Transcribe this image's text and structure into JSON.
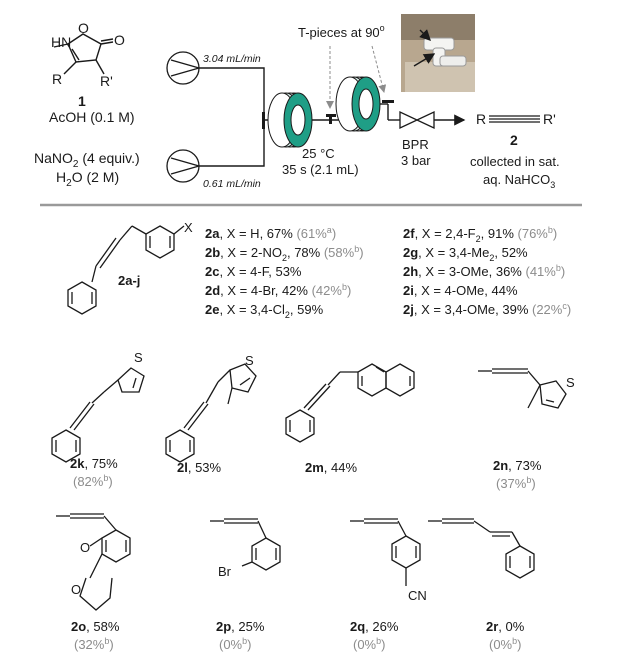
{
  "colors": {
    "ink": "#1a1a1a",
    "grey_yield": "#8c8c8c",
    "coil_green": "#1f9e86",
    "coil_light": "#d8eee9",
    "divider": "#9a9a9a"
  },
  "flow": {
    "reagent1": {
      "label": "1",
      "medium": "AcOH (0.1 M)",
      "hn": "HN",
      "o_ring": "O",
      "o_carbonyl": "O",
      "r": "R",
      "r_prime": "R'"
    },
    "reagent2": {
      "line1": "NaNO",
      "line1_sub": "2",
      "line1_tail": " (4 equiv.)",
      "line2": "H",
      "line2_sub": "2",
      "line2_tail": "O (2 M)"
    },
    "rate1": "3.04 mL/min",
    "rate2": "0.61 mL/min",
    "tpieces": "T-pieces at 90",
    "tpieces_deg": "o",
    "temp": "25 °C",
    "time": "35 s (2.1 mL)",
    "bpr": "BPR",
    "bpr_pressure": "3 bar",
    "product": {
      "label": "2",
      "r": "R",
      "r_prime": "R'"
    },
    "collect1": "collected in sat.",
    "collect2": "aq. NaHCO",
    "collect2_sub": "3",
    "photo_icon": "tpiece-photo"
  },
  "series": {
    "label": "2a-j",
    "x": "X",
    "left": [
      {
        "id": "2a",
        "sub": ", X = H, ",
        "yield": "67%",
        "alt": "(61%",
        "sup": "a",
        "close": ")"
      },
      {
        "id": "2b",
        "sub": ", X = 2-NO",
        "sub2": "2",
        "tail": ", ",
        "yield": "78%",
        "alt": "(58%",
        "sup": "b",
        "close": ")"
      },
      {
        "id": "2c",
        "sub": ", X = 4-F, ",
        "yield": "53%",
        "alt": "",
        "sup": "",
        "close": ""
      },
      {
        "id": "2d",
        "sub": ", X = 4-Br, ",
        "yield": "42%",
        "alt": "(42%",
        "sup": "b",
        "close": ")"
      },
      {
        "id": "2e",
        "sub": ", X = 3,4-Cl",
        "sub2": "2",
        "tail": ", ",
        "yield": "59%",
        "alt": "",
        "sup": "",
        "close": ""
      }
    ],
    "right": [
      {
        "id": "2f",
        "sub": ", X = 2,4-F",
        "sub2": "2",
        "tail": ", ",
        "yield": "91%",
        "alt": "(76%",
        "sup": "b",
        "close": ")"
      },
      {
        "id": "2g",
        "sub": ", X = 3,4-Me",
        "sub2": "2",
        "tail": ", ",
        "yield": "52%",
        "alt": "",
        "sup": "",
        "close": ""
      },
      {
        "id": "2h",
        "sub": ", X = 3-OMe, ",
        "yield": "36%",
        "alt": "(41%",
        "sup": "b",
        "close": ")"
      },
      {
        "id": "2i",
        "sub": ", X = 4-OMe, ",
        "yield": "44%",
        "alt": "",
        "sup": "",
        "close": ""
      },
      {
        "id": "2j",
        "sub": ", X = 3,4-OMe, ",
        "yield": "39%",
        "alt": "(22%",
        "sup": "c",
        "close": ")"
      }
    ]
  },
  "compounds": [
    {
      "id": "2k",
      "yield": ", 75%",
      "alt": "(82%",
      "sup": "b",
      "close": ")",
      "atom": "S"
    },
    {
      "id": "2l",
      "yield": ", 53%",
      "alt": "",
      "sup": "",
      "close": "",
      "atom": "S"
    },
    {
      "id": "2m",
      "yield": ", 44%",
      "alt": "",
      "sup": "",
      "close": "",
      "atom": ""
    },
    {
      "id": "2n",
      "yield": ", 73%",
      "alt": "(37%",
      "sup": "b",
      "close": ")",
      "atom": "S"
    },
    {
      "id": "2o",
      "yield": ", 58%",
      "alt": "(32%",
      "sup": "b",
      "close": ")",
      "atom": "O"
    },
    {
      "id": "2p",
      "yield": ", 25%",
      "alt": "(0%",
      "sup": "b",
      "close": ")",
      "atom": "Br"
    },
    {
      "id": "2q",
      "yield": ", 26%",
      "alt": "(0%",
      "sup": "b",
      "close": ")",
      "atom": "CN"
    },
    {
      "id": "2r",
      "yield": ", 0%",
      "alt": "(0%",
      "sup": "b",
      "close": ")",
      "atom": ""
    }
  ]
}
